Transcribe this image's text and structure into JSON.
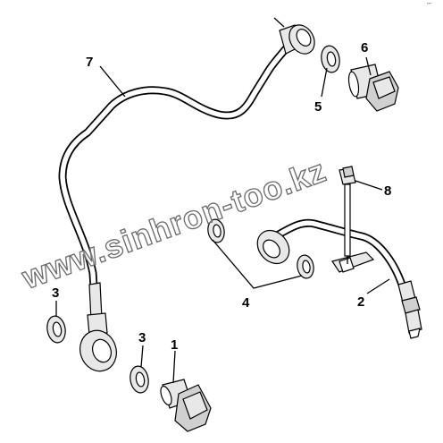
{
  "callouts": {
    "c1": "1",
    "c2": "2",
    "c3a": "3",
    "c3b": "3",
    "c4": "4",
    "c5": "5",
    "c6": "6",
    "c7": "7",
    "c8": "8"
  },
  "watermark": "www.sinhron-too.kz",
  "corner_mark": "”˜"
}
